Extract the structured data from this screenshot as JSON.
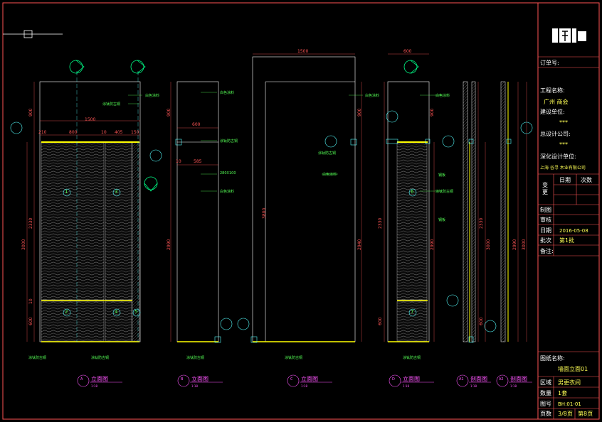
{
  "title_block": {
    "order_label": "订单号:",
    "project_label": "工程名称:",
    "project_value": "广州 商会",
    "client_label": "建设单位:",
    "client_value": "***",
    "contractor_label": "总设计公司:",
    "contractor_value": "***",
    "design_label": "深化设计单位:",
    "design_value": "上海 谷寻 木业有限公司",
    "change_label": "变\n更",
    "date_col": "日期",
    "times_col": "次数",
    "drawn_label": "制图",
    "review_label": "审核",
    "date_label": "日期",
    "date_value": "2016-05-08",
    "batch_label": "批次",
    "batch_value": "第1批",
    "remarks_label": "备注:",
    "drawing_name_label": "图纸名称:",
    "drawing_name_value": "墙面立面01",
    "area_label": "区域",
    "area_value": "男更衣间",
    "qty_label": "数量",
    "qty_value": "1套",
    "drawing_no_label": "图号",
    "drawing_no_value": "BH:01-01",
    "page_label": "页数",
    "page_value": "3/8页",
    "total_value": "第8页"
  },
  "views": [
    {
      "marker": "A",
      "title": "立面图",
      "scale": "1:18"
    },
    {
      "marker": "B",
      "title": "立面图",
      "scale": "1:18"
    },
    {
      "marker": "C",
      "title": "立面图",
      "scale": "1:18"
    },
    {
      "marker": "D",
      "title": "立面图",
      "scale": "1:18"
    },
    {
      "marker": "A1",
      "title": "剖面图",
      "scale": "1:18"
    },
    {
      "marker": "A2",
      "title": "剖面图",
      "scale": "1:18"
    }
  ],
  "dimensions": {
    "a_total_width": "1500",
    "a_top": "900",
    "a_seg1": "210",
    "a_seg2": "800",
    "a_seg3": "10",
    "a_seg4": "405",
    "a_seg5": "150",
    "a_height": "3000",
    "a_panel": "2330",
    "a_bottom": "600",
    "a_gap": "10",
    "b_width": "600",
    "b_seg1": "10",
    "b_seg2": "585",
    "b_top": "900",
    "b_height": "2990",
    "b_note": "280X100",
    "c_width": "1500",
    "c_height": "3800",
    "c_right": "2940",
    "c_top": "900",
    "d_width": "600",
    "d_top": "900",
    "d_panel": "2330",
    "d_height": "2990",
    "d_bottom": "600",
    "s1_height": "3000",
    "s1_panel": "2330",
    "s1_bottom": "600",
    "s2_height": "3000",
    "s2_panel": "2990"
  },
  "notes": {
    "paint": "白色涂料",
    "veneer": "涂钛防古铜",
    "tag": "钢板"
  },
  "panel_numbers": [
    "1",
    "2",
    "3",
    "4",
    "5",
    "6",
    "7"
  ],
  "logo_text": "木工"
}
